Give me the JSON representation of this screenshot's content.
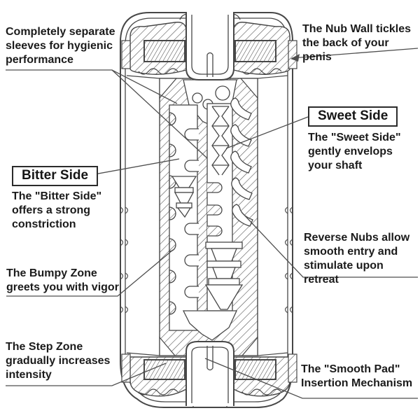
{
  "canvas": {
    "background": "#ffffff"
  },
  "colors": {
    "drawing_line": "#474747",
    "leader_line": "#4f4f4f",
    "text": "#1b1b1b",
    "box_border": "#2b2b2b",
    "box_background": "#ffffff"
  },
  "callouts": {
    "separate_sleeves": {
      "text": "Completely separate\nsleeves for hygienic\nperformance"
    },
    "nub_wall": {
      "text": "The Nub Wall tickles\nthe back of your penis"
    },
    "sweet_side": {
      "title": "Sweet Side",
      "text": "The \"Sweet Side\"\ngently envelops\nyour shaft"
    },
    "bitter_side": {
      "title": "Bitter Side",
      "text": "The \"Bitter Side\"\noffers a strong\nconstriction"
    },
    "reverse_nubs": {
      "text": "Reverse Nubs allow\nsmooth entry and\nstimulate upon retreat"
    },
    "bumpy_zone": {
      "text": "The Bumpy Zone\ngreets you with vigor"
    },
    "step_zone": {
      "text": "The Step Zone\ngradually increases\nintensity"
    },
    "smooth_pad": {
      "text": "The \"Smooth Pad\"\nInsertion Mechanism"
    }
  }
}
